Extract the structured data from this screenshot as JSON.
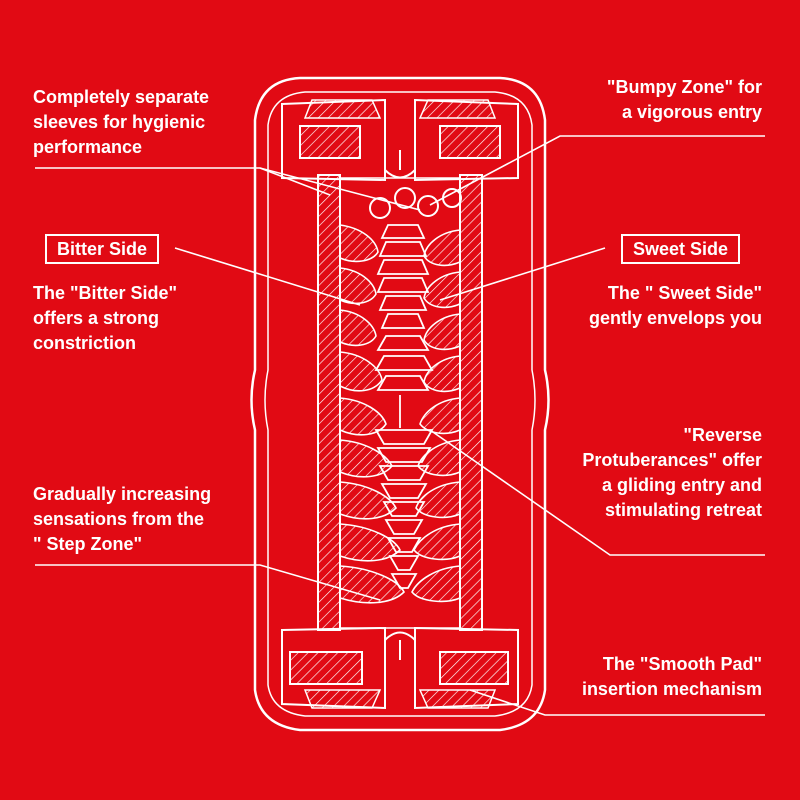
{
  "colors": {
    "background": "#e10a14",
    "line": "#ffffff"
  },
  "callouts": {
    "separate_sleeves": "Completely separate\nsleeves for hygienic\nperformance",
    "bumpy_zone": "\"Bumpy Zone\" for\na vigorous entry",
    "bitter_side_title": "Bitter Side",
    "sweet_side_title": "Sweet Side",
    "bitter_side_desc": "The \"Bitter Side\"\noffers a strong\nconstriction",
    "sweet_side_desc": "The \" Sweet Side\"\ngently envelops you",
    "reverse_protuberances": "\"Reverse\nProtuberances\" offer\na gliding entry and\nstimulating retreat",
    "step_zone": "Gradually increasing\nsensations from the\n\" Step Zone\"",
    "smooth_pad": "The \"Smooth Pad\"\ninsertion mechanism"
  }
}
